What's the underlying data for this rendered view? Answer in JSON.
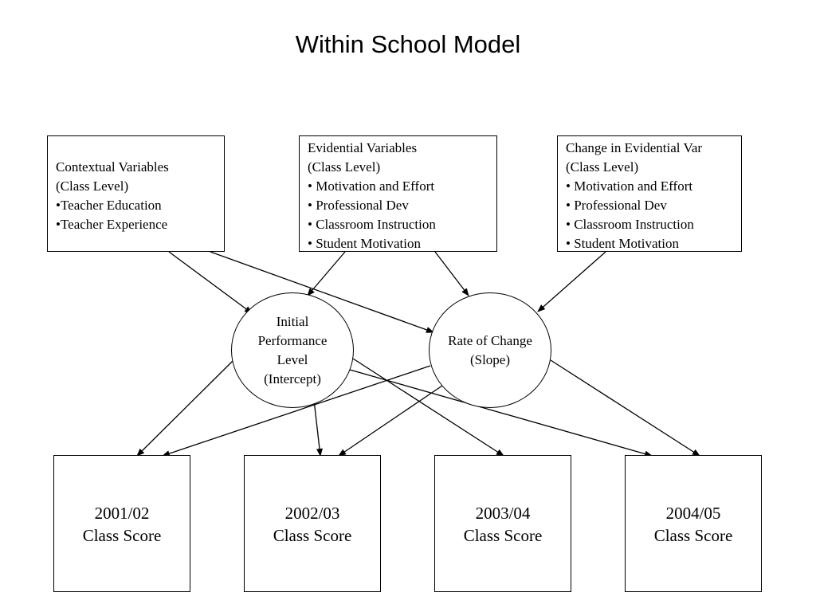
{
  "title": "Within School Model",
  "variable_boxes": {
    "contextual": {
      "lines": [
        "Contextual Variables",
        "(Class Level)",
        "•Teacher Education",
        "•Teacher Experience"
      ]
    },
    "evidential": {
      "lines": [
        "Evidential Variables",
        "(Class Level)",
        "• Motivation and Effort",
        "• Professional Dev",
        "• Classroom Instruction",
        "• Student Motivation"
      ]
    },
    "change": {
      "lines": [
        "Change in Evidential Var",
        "(Class Level)",
        "• Motivation and Effort",
        "• Professional Dev",
        "• Classroom Instruction",
        "• Student Motivation"
      ]
    }
  },
  "latent_nodes": {
    "intercept": {
      "lines": [
        "Initial",
        "Performance",
        "Level",
        "(Intercept)"
      ]
    },
    "slope": {
      "lines": [
        "Rate of Change",
        "(Slope)"
      ]
    }
  },
  "score_boxes": [
    {
      "year": "2001/02",
      "label": "Class Score"
    },
    {
      "year": "2002/03",
      "label": "Class Score"
    },
    {
      "year": "2003/04",
      "label": "Class Score"
    },
    {
      "year": "2004/05",
      "label": "Class Score"
    }
  ],
  "edges": [
    {
      "from": "contextual",
      "to": "intercept"
    },
    {
      "from": "contextual",
      "to": "slope"
    },
    {
      "from": "evidential",
      "to": "intercept"
    },
    {
      "from": "evidential",
      "to": "slope"
    },
    {
      "from": "change",
      "to": "slope"
    },
    {
      "from": "intercept",
      "to": "score-2001/02"
    },
    {
      "from": "intercept",
      "to": "score-2002/03"
    },
    {
      "from": "intercept",
      "to": "score-2003/04"
    },
    {
      "from": "intercept",
      "to": "score-2004/05"
    },
    {
      "from": "slope",
      "to": "score-2001/02"
    },
    {
      "from": "slope",
      "to": "score-2002/03"
    },
    {
      "from": "slope",
      "to": "score-2004/05"
    }
  ]
}
